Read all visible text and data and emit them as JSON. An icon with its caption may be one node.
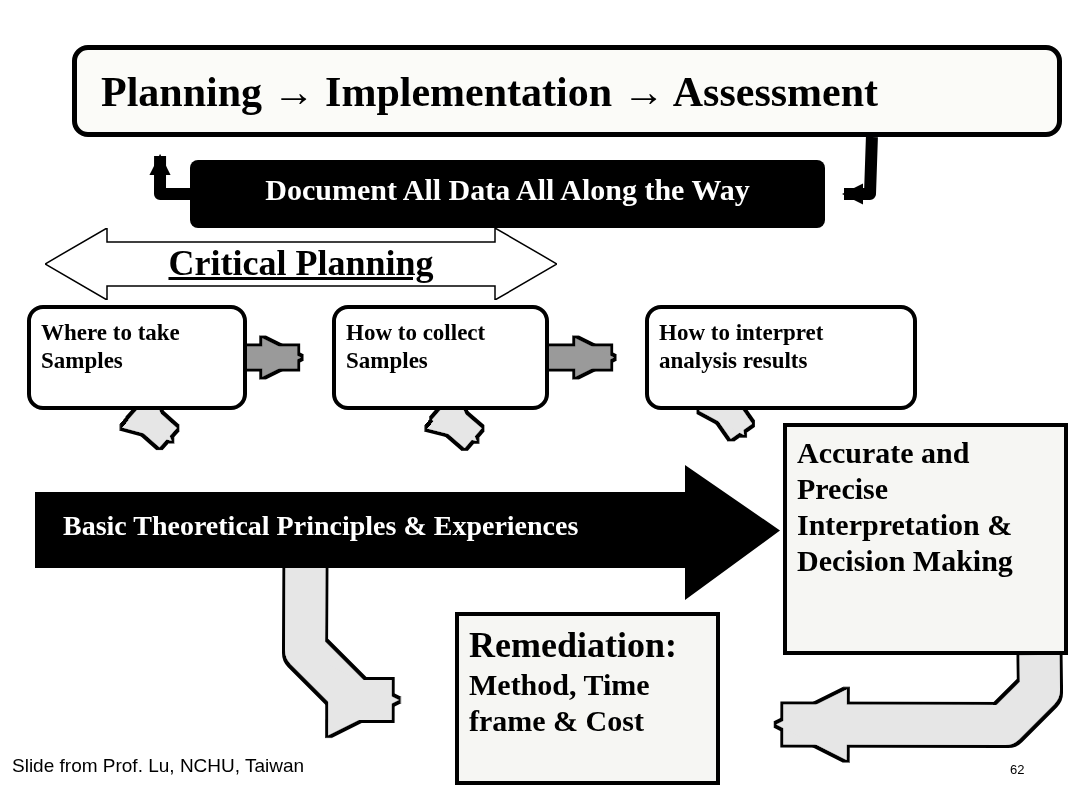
{
  "diagram": {
    "nodes": [
      {
        "text": [
          "Planning → Implementation → Assessment"
        ]
      },
      {
        "text": [
          "Document All Data All Along the Way"
        ]
      },
      {
        "text": [
          "Critical Planning"
        ]
      },
      {
        "text": [
          "Where to take Samples"
        ]
      },
      {
        "text": [
          "How to collect Samples"
        ]
      },
      {
        "text": [
          "How to interpret analysis results"
        ]
      },
      {
        "text": [
          "Basic Theoretical Principles & Experiences"
        ]
      },
      {
        "text": [
          "Accurate and Precise Interpretation & Decision Making"
        ]
      },
      {
        "text": [
          "Remediation:",
          "Method, Time frame & Cost"
        ]
      }
    ],
    "edges": [
      {
        "from": 0,
        "to": 1,
        "arrow": "to",
        "color": "#000000"
      },
      {
        "from": 1,
        "to": 0,
        "arrow": "to",
        "color": "#000000"
      },
      {
        "from": 3,
        "to": 4,
        "arrow": "to",
        "color": "#9a9a9a"
      },
      {
        "from": 4,
        "to": 5,
        "arrow": "to",
        "color": "#9a9a9a"
      },
      {
        "from": 3,
        "to": 6,
        "arrow": "to"
      },
      {
        "from": 4,
        "to": 6,
        "arrow": "to"
      },
      {
        "from": 5,
        "to": 6,
        "arrow": "to"
      },
      {
        "from": 6,
        "to": 8,
        "arrow": "to"
      },
      {
        "from": 7,
        "to": 8,
        "arrow": "to"
      }
    ],
    "labels": [
      "Slide from Prof. Lu, NCHU, Taiwan",
      "62"
    ]
  }
}
